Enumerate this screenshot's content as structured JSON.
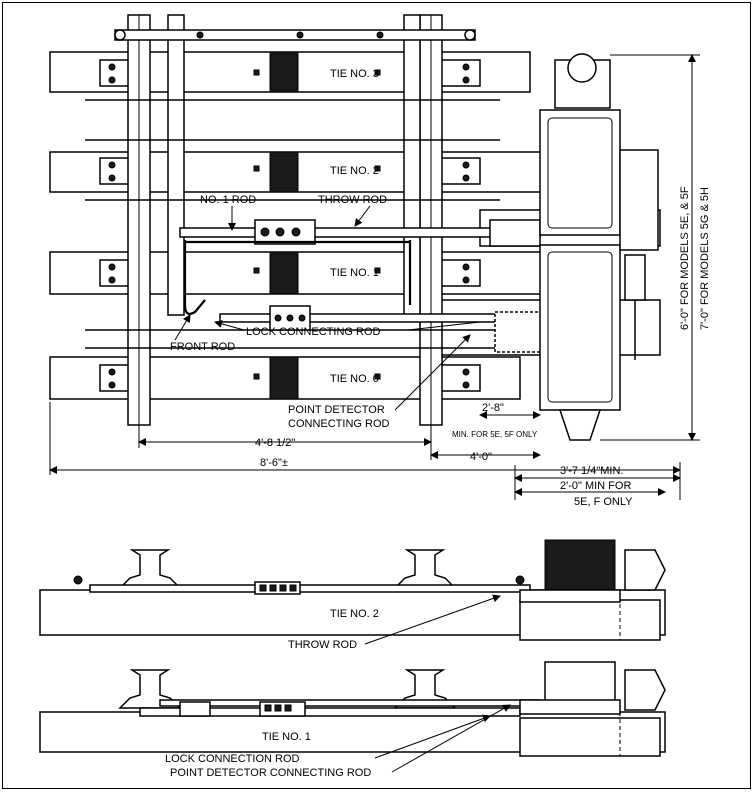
{
  "ties": {
    "tie3": "TIE NO. 3",
    "tie2": "TIE NO. 2",
    "tie1": "TIE NO. 1",
    "tie0": "TIE NO. 0"
  },
  "plan_labels": {
    "no1_rod": "NO. 1 ROD",
    "throw_rod": "THROW ROD",
    "lock_connecting_rod": "LOCK CONNECTING ROD",
    "front_rod": "FRONT ROD",
    "point_detector_1": "POINT DETECTOR",
    "point_detector_2": "CONNECTING ROD"
  },
  "dimensions": {
    "gauge": "4'-8 1/2\"",
    "overall": "8'-6\"±",
    "four_ft": "4'-0\"",
    "two_ft_eight": "2'-8\"",
    "min_5e": "MIN. FOR 5E, 5F ONLY",
    "three_ft_seven": "3'-7 1/4\"MIN.",
    "two_ft_min_1": "2'-0\" MIN FOR",
    "two_ft_min_2": "5E, F ONLY",
    "vert_6ft": "6'-0\" FOR MODELS 5E, & 5F",
    "vert_7ft": "7'-0\" FOR MODELS 5G & 5H"
  },
  "elevation_top": {
    "tie_label": "TIE NO. 2",
    "throw_rod": "THROW ROD"
  },
  "elevation_bottom": {
    "tie_label": "TIE NO. 1",
    "lock_rod": "LOCK CONNECTION ROD",
    "point_detector": "POINT DETECTOR CONNECTING ROD"
  }
}
